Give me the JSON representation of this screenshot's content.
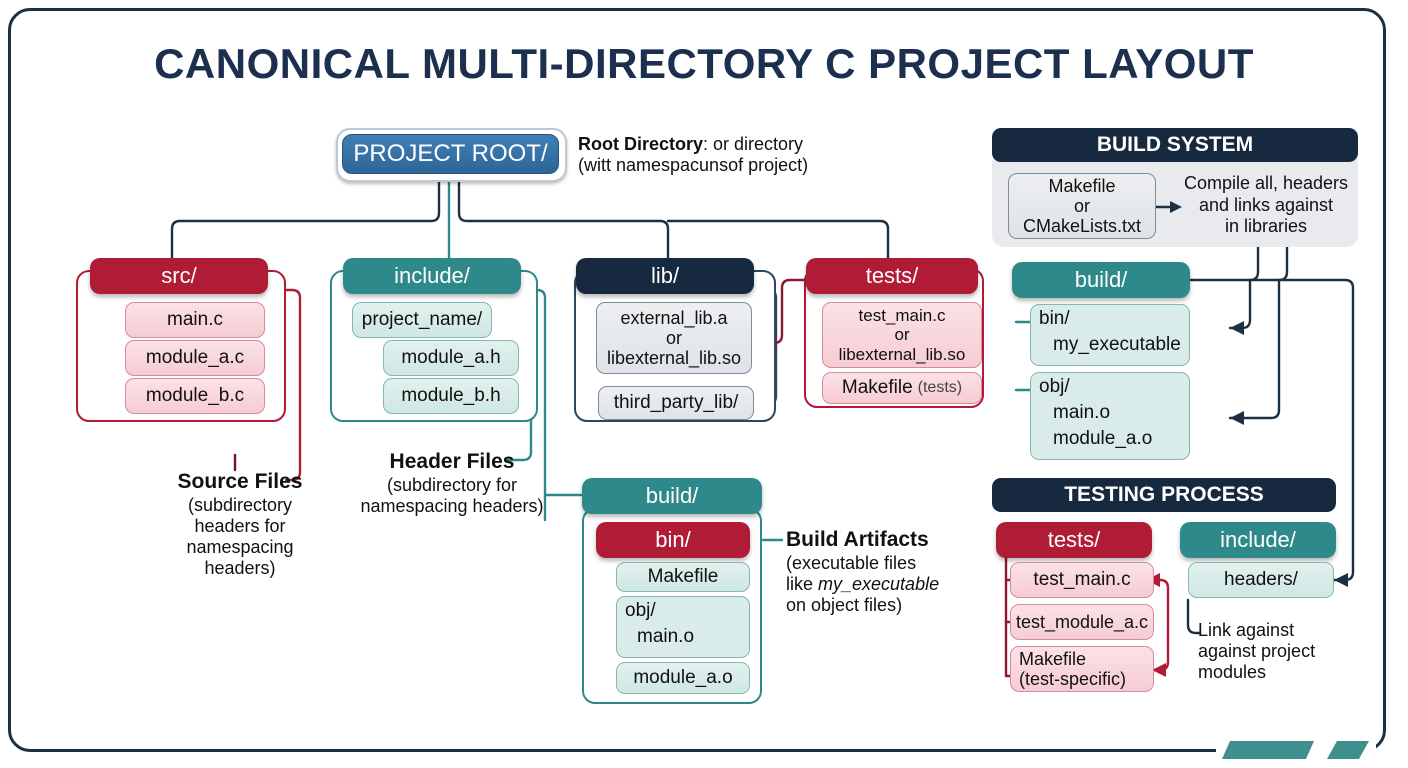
{
  "title": "CANONICAL MULTI-DIRECTORY C PROJECT LAYOUT",
  "root": {
    "label": "PROJECT ROOT/",
    "note_bold": "Root Directory",
    "note_rest": ": or directory",
    "note_line2": "(witt namespacunsof project)"
  },
  "src": {
    "header": "src/",
    "items": [
      "main.c",
      "module_a.c",
      "module_b.c"
    ],
    "note_bold": "Source Files",
    "note_lines": [
      "(subdirectory",
      "headers for",
      "namespacing",
      "headers)"
    ]
  },
  "include": {
    "header": "include/",
    "items": [
      "project_name/",
      "module_a.h",
      "module_b.h"
    ],
    "note_bold": "Header Files",
    "note_lines": [
      "(subdirectory for",
      "namespacing headers)"
    ]
  },
  "lib": {
    "header": "lib/",
    "external": [
      "external_lib.a",
      "or",
      "libexternal_lib.so"
    ],
    "third_party": "third_party_lib/"
  },
  "tests": {
    "header": "tests/",
    "test_main": [
      "test_main.c",
      "or",
      "libexternal_lib.so"
    ],
    "makefile_main": "Makefile",
    "makefile_paren": "(tests)"
  },
  "build_center": {
    "header": "build/",
    "bin": "bin/",
    "items": [
      "Makefile",
      "obj/",
      "main.o",
      "module_a.o"
    ],
    "note_bold": "Build Artifacts",
    "note_l1": "(executable files",
    "note_l2_pre": "like ",
    "note_l2_ital": "my_executable",
    "note_l3": "on object files)"
  },
  "build_system": {
    "panel_title": "BUILD SYSTEM",
    "makefile_box": [
      "Makefile",
      "or",
      "CMakeLists.txt"
    ],
    "desc": [
      "Compile all, headers",
      "and links against",
      "in libraries"
    ],
    "build_header": "build/",
    "bin_label": "bin/",
    "bin_item": "my_executable",
    "obj_label": "obj/",
    "obj_items": [
      "main.o",
      "module_a.o"
    ]
  },
  "testing_process": {
    "panel_title": "TESTING PROCESS",
    "tests_header": "tests/",
    "tests_items": [
      "test_main.c",
      "test_module_a.c"
    ],
    "makefile_l1": "Makefile",
    "makefile_l2": "(test-specific)",
    "include_header": "include/",
    "headers_item": "headers/",
    "note_lines": [
      "Link against",
      "against project",
      "modules"
    ]
  },
  "colors": {
    "frame": "#1c3042",
    "title": "#1d2f4e",
    "crimson": "#b01b36",
    "teal": "#2e8a8a",
    "navy": "#16293f",
    "root_blue": "#2d6697",
    "panel_bg": "#e8eaee"
  }
}
